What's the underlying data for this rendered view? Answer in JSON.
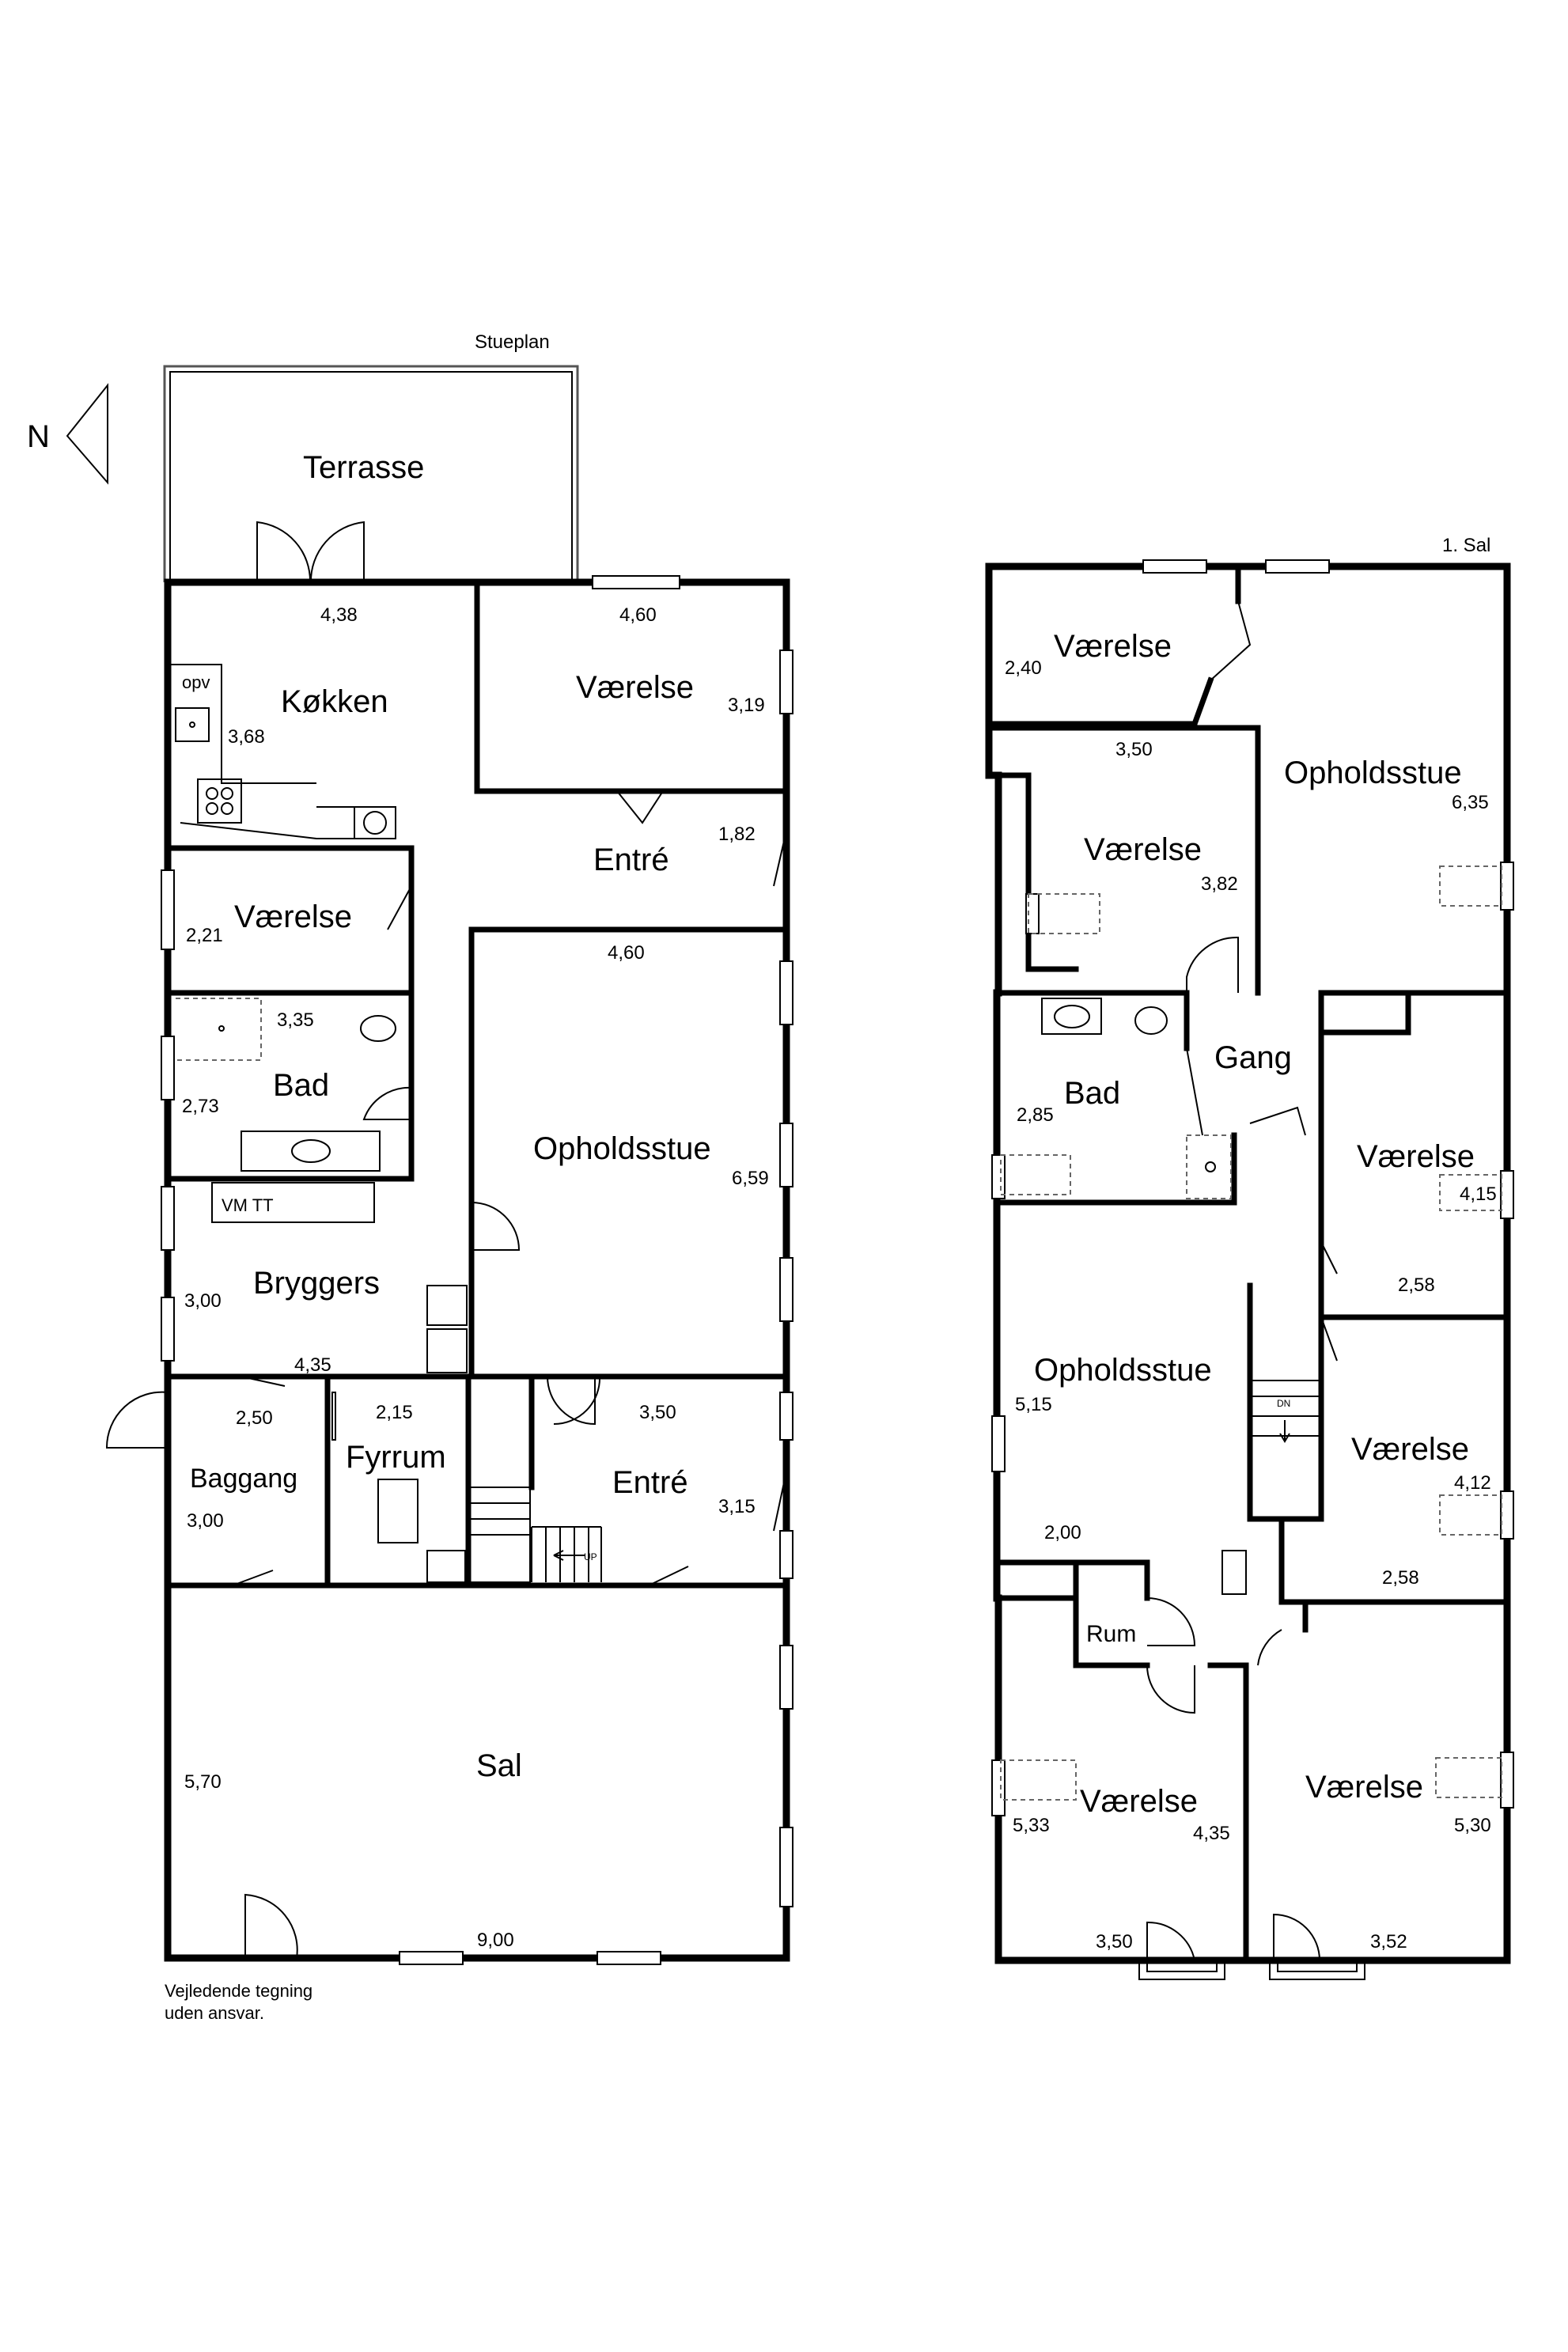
{
  "compass": {
    "label": "N"
  },
  "ground_floor": {
    "title": "Stueplan",
    "rooms": {
      "terrasse": "Terrasse",
      "kokken": "Køkken",
      "vaerelse_top": "Værelse",
      "entre_top": "Entré",
      "vaerelse_left": "Værelse",
      "bad": "Bad",
      "opholdsstue": "Opholdsstue",
      "bryggers": "Bryggers",
      "baggang": "Baggang",
      "fyrrum": "Fyrrum",
      "entre_bottom": "Entré",
      "sal": "Sal"
    },
    "dims": {
      "kokken_w": "4,38",
      "kokken_h": "3,68",
      "vaerelse_top_w": "4,60",
      "vaerelse_top_h": "3,19",
      "entre_top_h": "1,82",
      "vaerelse_left_h": "2,21",
      "bad_w": "3,35",
      "bad_h": "2,73",
      "opholdsstue_w": "4,60",
      "opholdsstue_h": "6,59",
      "bryggers_h": "3,00",
      "bryggers_w": "4,35",
      "baggang_w": "2,50",
      "baggang_h": "3,00",
      "fyrrum_w": "2,15",
      "entre_bottom_w": "3,50",
      "entre_bottom_h": "3,15",
      "sal_h": "5,70",
      "sal_w": "9,00"
    },
    "labels": {
      "opv": "opv",
      "vm_tt": "VM TT",
      "up": "UP"
    }
  },
  "first_floor": {
    "title": "1. Sal",
    "rooms": {
      "vaerelse_a": "Værelse",
      "vaerelse_b": "Værelse",
      "opholdsstue_top": "Opholdsstue",
      "bad": "Bad",
      "gang": "Gang",
      "vaerelse_c": "Værelse",
      "opholdsstue_mid": "Opholdsstue",
      "vaerelse_d": "Værelse",
      "rum": "Rum",
      "vaerelse_e": "Værelse",
      "vaerelse_f": "Værelse"
    },
    "dims": {
      "vaerelse_a_h": "2,40",
      "vaerelse_b_w": "3,50",
      "vaerelse_b_h": "3,82",
      "opholdsstue_top_h": "6,35",
      "bad_h": "2,85",
      "vaerelse_c_h": "4,15",
      "vaerelse_c_w": "2,58",
      "opholdsstue_mid_h": "5,15",
      "opholdsstue_mid_w": "2,00",
      "vaerelse_d_h": "4,12",
      "vaerelse_d_w": "2,58",
      "vaerelse_e_h": "5,33",
      "vaerelse_e_h2": "4,35",
      "vaerelse_e_w": "3,50",
      "vaerelse_f_h": "5,30",
      "vaerelse_f_w": "3,52"
    },
    "labels": {
      "dn": "DN"
    }
  },
  "disclaimer": {
    "line1": "Vejledende tegning",
    "line2": "uden ansvar."
  }
}
